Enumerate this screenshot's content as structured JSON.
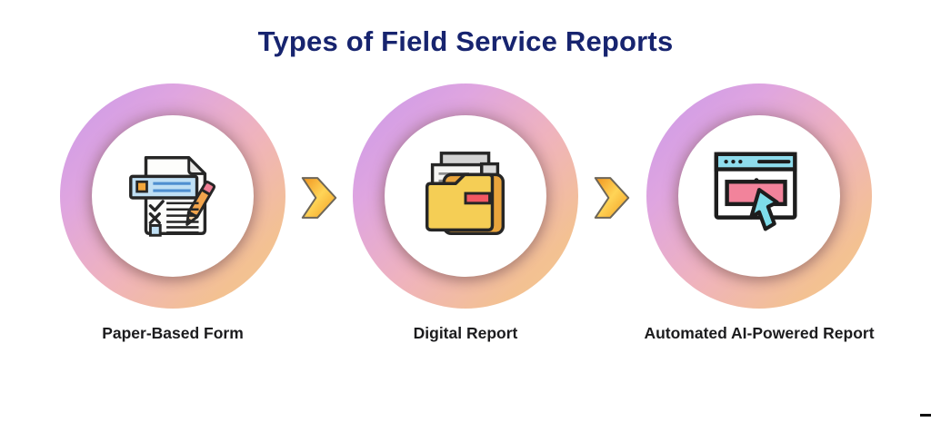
{
  "title": {
    "text": "Types of Field Service Reports",
    "color": "#17246f"
  },
  "steps": [
    {
      "label": "Paper-Based Form",
      "icon": "paper-form-checklist-icon"
    },
    {
      "label": "Digital Report",
      "icon": "folder-with-documents-icon"
    },
    {
      "label": "Automated AI-Powered Report",
      "icon": "browser-cursor-icon"
    }
  ],
  "connectors": [
    {
      "icon": "chevron-right-arrow"
    },
    {
      "icon": "chevron-right-arrow"
    }
  ],
  "colors": {
    "background": "#ffffff",
    "title_navy": "#17246f",
    "label_black": "#1c1c1e",
    "ring_gradient_start_purple": "#c998ea",
    "ring_gradient_mid_pink": "#efb3bd",
    "ring_gradient_end_peach": "#f4c795",
    "ring_inner_shadow": "rgba(135,92,82,0.40)",
    "arrow_orange": "#f0941f",
    "arrow_yellow": "#ffd457",
    "icon_outline": "#262626",
    "icon_blue_light": "#bfdff4",
    "icon_blue_line": "#4e8fd0",
    "icon_orange": "#f3a63a",
    "icon_pink_eraser": "#ef7d93",
    "folder_yellow": "#f5ce55",
    "folder_back_orange": "#e9a43c",
    "folder_red_label": "#f25863",
    "browser_bar_cyan": "#8edcec",
    "browser_banner_pink": "#f2839b",
    "cursor_cyan": "#7edce9"
  }
}
